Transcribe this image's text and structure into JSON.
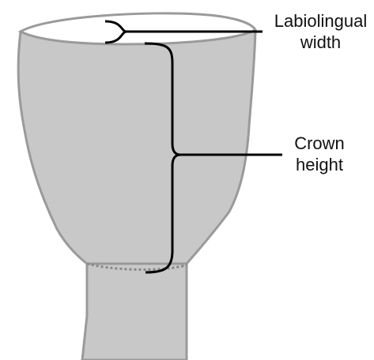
{
  "labels": {
    "width_line1": "Labiolingual",
    "width_line2": "width",
    "height_line1": "Crown",
    "height_line2": "height"
  },
  "colors": {
    "tooth_fill": "#c8c8c8",
    "tooth_outline": "#9a9a9a",
    "occlusal_fill": "#ffffff",
    "bracket": "#000000",
    "cej_dots": "#888888"
  }
}
